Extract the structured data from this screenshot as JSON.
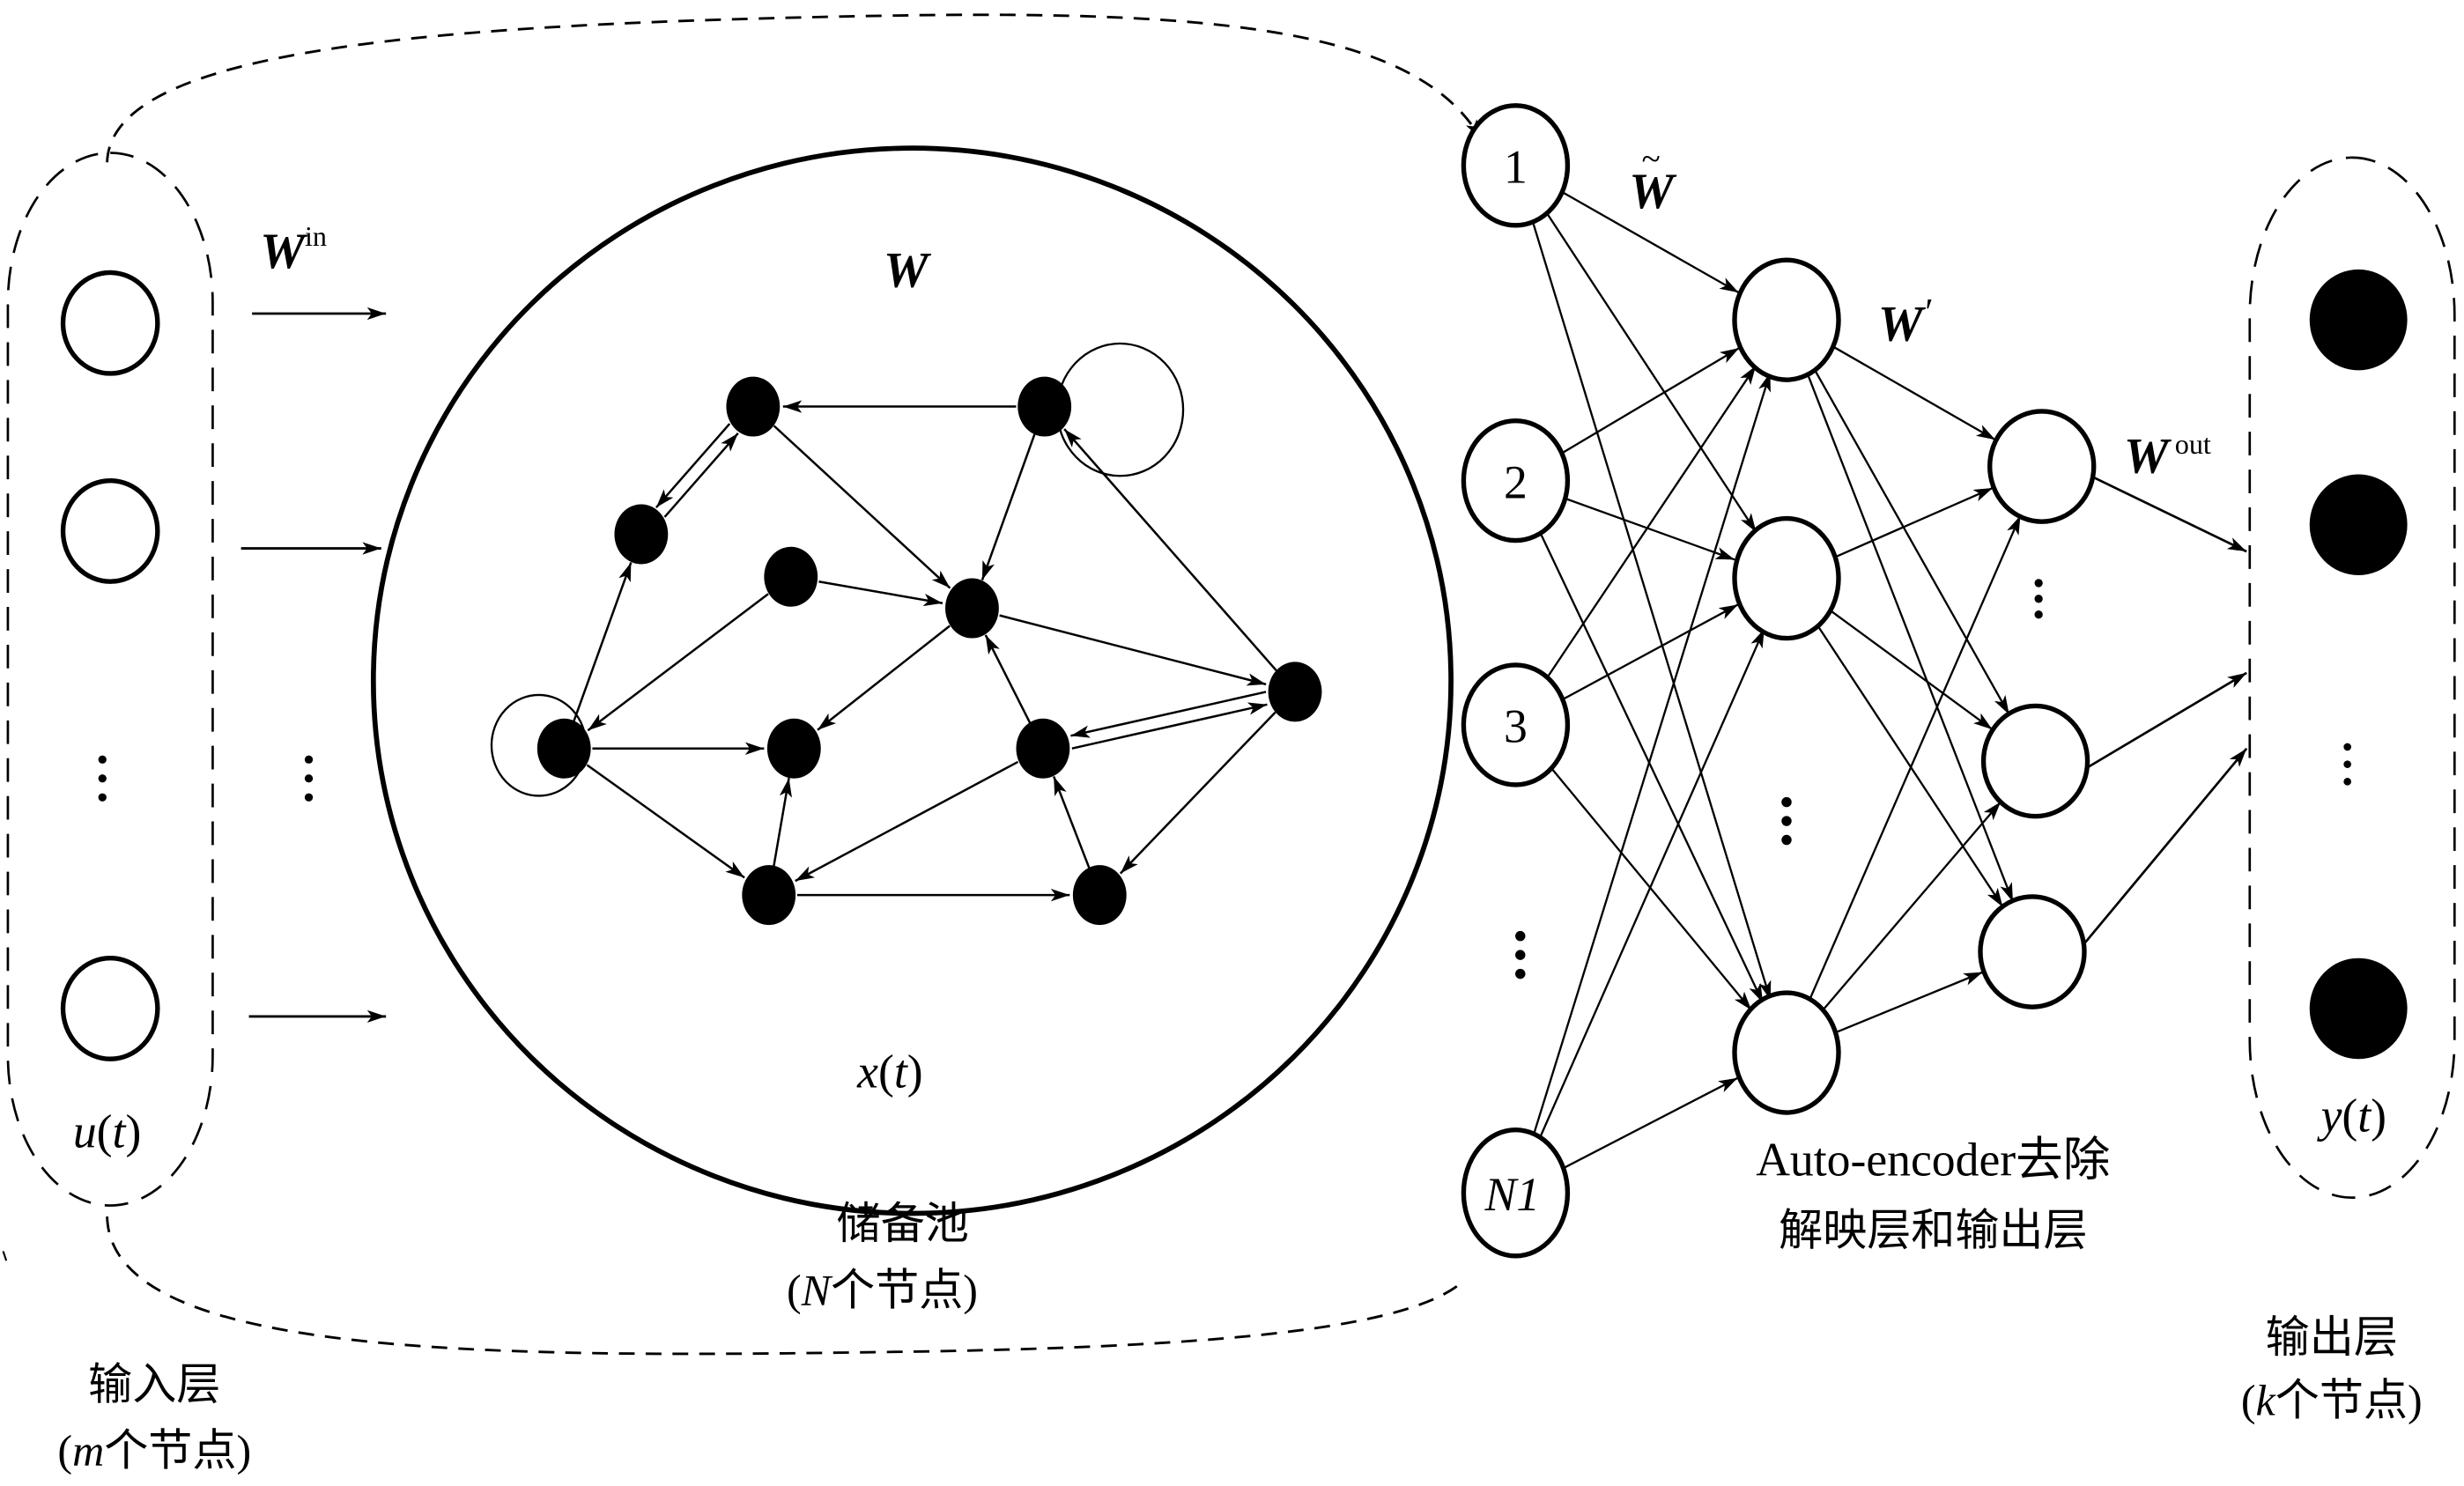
{
  "diagram": {
    "title": "Echo state network with auto-encoder dimensionality reduction",
    "colors": {
      "ink": "#000000",
      "background": "#ffffff"
    },
    "input_layer": {
      "signal_label": "u(t)",
      "signal_var": "u",
      "node_count_shown": 3,
      "ellipsis": "⋮",
      "caption_line1": "输入层",
      "caption_line2_var": "m",
      "caption_line2_rest": "个节点"
    },
    "input_weights": {
      "symbol": "W",
      "superscript": "in",
      "arrow_count": 3,
      "ellipsis": "⋮"
    },
    "reservoir": {
      "weight_symbol": "W",
      "state_label_var": "x",
      "state_label_arg": "t",
      "caption_line1": "储备池",
      "caption_line2_var": "N",
      "caption_line2_rest": "个节点",
      "nodes": [
        "A",
        "B",
        "C",
        "D",
        "E",
        "F",
        "G",
        "H",
        "I",
        "J",
        "K"
      ],
      "edges": [
        [
          "B",
          "A"
        ],
        [
          "A",
          "E"
        ],
        [
          "B",
          "E"
        ],
        [
          "A",
          "C"
        ],
        [
          "C",
          "A"
        ],
        [
          "G",
          "C"
        ],
        [
          "D",
          "G"
        ],
        [
          "D",
          "E"
        ],
        [
          "E",
          "H"
        ],
        [
          "E",
          "F"
        ],
        [
          "I",
          "E"
        ],
        [
          "F",
          "B"
        ],
        [
          "I",
          "F"
        ],
        [
          "F",
          "I"
        ],
        [
          "F",
          "K"
        ],
        [
          "G",
          "H"
        ],
        [
          "G",
          "J"
        ],
        [
          "J",
          "H"
        ],
        [
          "I",
          "J"
        ],
        [
          "J",
          "K"
        ],
        [
          "K",
          "I"
        ]
      ],
      "self_loops": [
        "B",
        "G"
      ]
    },
    "autoencoder": {
      "input_nodes": [
        "1",
        "2",
        "3",
        "N1"
      ],
      "input_ellipsis": "⋮",
      "weight_tilde_symbol": "W",
      "weight_tilde_mark": "~",
      "weight_prime_symbol": "W",
      "weight_prime_mark": "′",
      "hidden_ellipsis": "⋮",
      "third_ellipsis": "⋮",
      "caption_line1": "Auto-encoder去除",
      "caption_line2": "解映层和输出层"
    },
    "output_weights": {
      "symbol": "W",
      "superscript": "out"
    },
    "output_layer": {
      "signal_var": "y",
      "signal_arg": "t",
      "node_count_shown": 3,
      "ellipsis": "⋮",
      "caption_line1": "输出层",
      "caption_line2_var": "k",
      "caption_line2_rest": "个节点"
    }
  }
}
